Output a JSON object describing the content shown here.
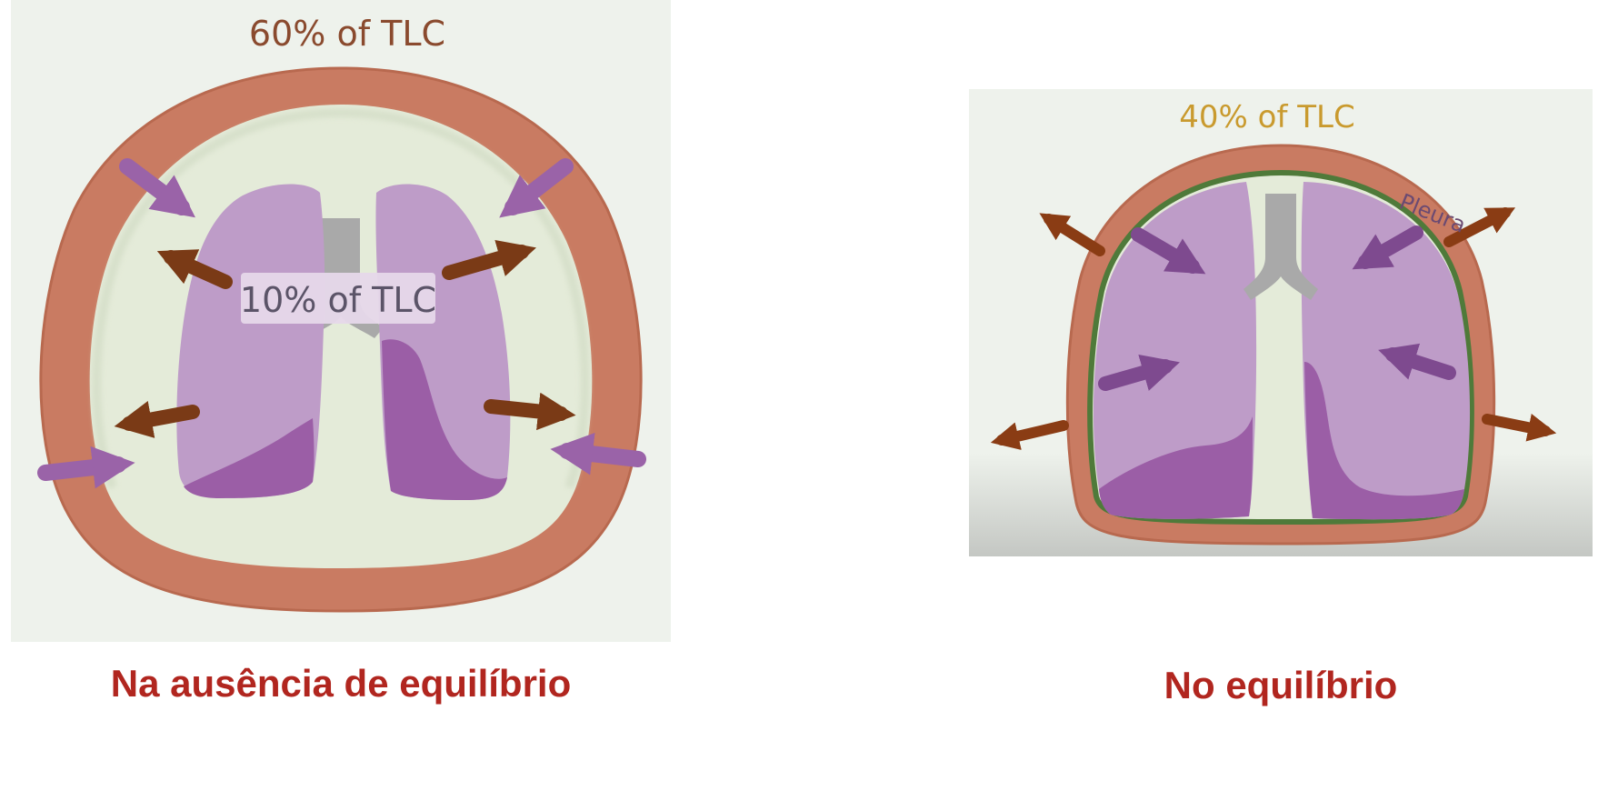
{
  "left_panel": {
    "thorax_label": "60% of TLC",
    "lung_label": "10% of TLC",
    "caption": "Na ausência de equilíbrio"
  },
  "right_panel": {
    "thorax_label": "40% of TLC",
    "pleura_label": "Pleura",
    "caption": "No equilíbrio"
  },
  "colors": {
    "chest_wall": "#c97b62",
    "chest_wall_edge": "#b8694f",
    "pleural_space": "#e4ebd9",
    "background": "#eef2ec",
    "lung_light": "#be9cc8",
    "lung_dark": "#9b5ea6",
    "trachea": "#a9a9a9",
    "arrow_lung": "#9a63a8",
    "arrow_wall": "#7a3a16",
    "pleura_line": "#4f7a3a",
    "label_brown": "#8a4a2e",
    "label_gold": "#c99a2e",
    "caption_red": "#b1261f"
  }
}
